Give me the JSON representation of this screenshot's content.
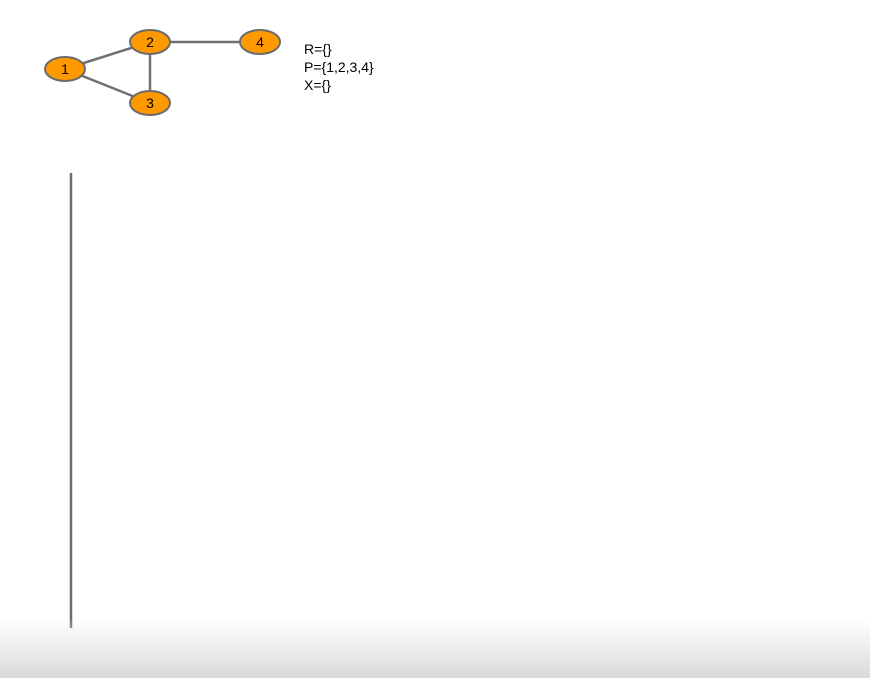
{
  "graph": {
    "nodes": [
      {
        "id": "1",
        "label": "1"
      },
      {
        "id": "2",
        "label": "2"
      },
      {
        "id": "3",
        "label": "3"
      },
      {
        "id": "4",
        "label": "4"
      }
    ],
    "edges": [
      {
        "from": "1",
        "to": "2"
      },
      {
        "from": "1",
        "to": "3"
      },
      {
        "from": "2",
        "to": "3"
      },
      {
        "from": "2",
        "to": "4"
      }
    ],
    "node_fill": "#ff9900",
    "node_stroke": "#6b6b6b",
    "edge_color": "#707070"
  },
  "sets": {
    "r": "R={}",
    "p": "P={1,2,3,4}",
    "x": "X={}"
  },
  "tree_line_color": "#6b6b6b"
}
